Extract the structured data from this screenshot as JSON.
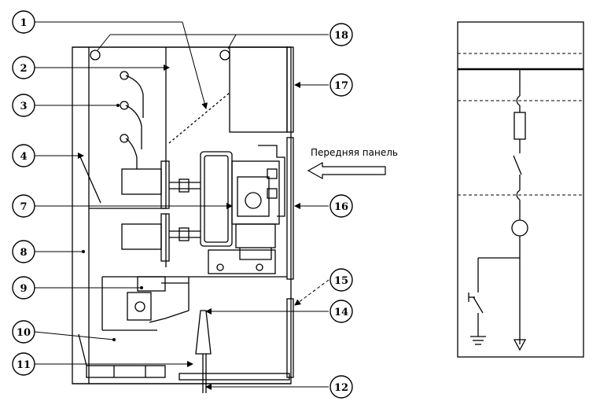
{
  "diagram": {
    "front_panel_label": "Передняя панель",
    "callouts": [
      {
        "id": "c1",
        "label": "1"
      },
      {
        "id": "c2",
        "label": "2"
      },
      {
        "id": "c3",
        "label": "3"
      },
      {
        "id": "c4",
        "label": "4"
      },
      {
        "id": "c7",
        "label": "7"
      },
      {
        "id": "c8",
        "label": "8"
      },
      {
        "id": "c9",
        "label": "9"
      },
      {
        "id": "c10",
        "label": "10"
      },
      {
        "id": "c11",
        "label": "11"
      },
      {
        "id": "c12",
        "label": "12"
      },
      {
        "id": "c14",
        "label": "14"
      },
      {
        "id": "c15",
        "label": "15"
      },
      {
        "id": "c16",
        "label": "16"
      },
      {
        "id": "c17",
        "label": "17"
      },
      {
        "id": "c18",
        "label": "18"
      }
    ]
  },
  "colors": {
    "line": "#000000",
    "background": "#ffffff",
    "dashed": "#555555"
  }
}
